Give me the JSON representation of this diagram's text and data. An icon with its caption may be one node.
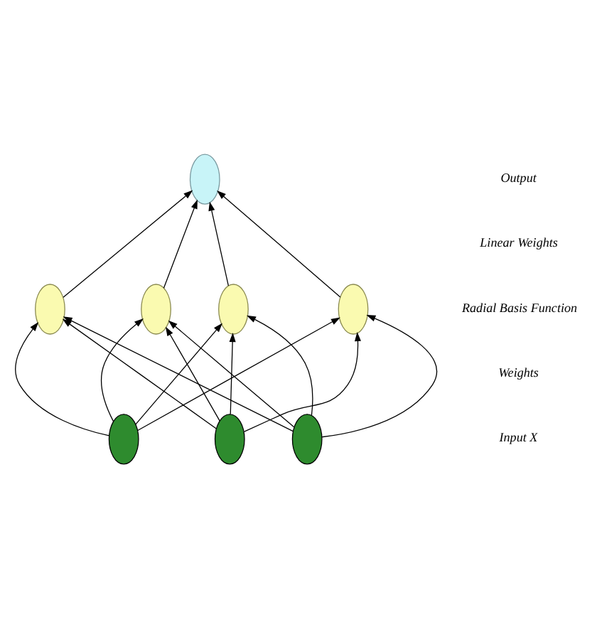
{
  "diagram": {
    "nodes": [
      {
        "text": [],
        "shape": "ellipse"
      },
      {
        "text": [],
        "shape": "ellipse"
      },
      {
        "text": [],
        "shape": "ellipse"
      },
      {
        "text": [],
        "shape": "ellipse"
      },
      {
        "text": [],
        "shape": "ellipse"
      },
      {
        "text": [],
        "shape": "ellipse"
      },
      {
        "text": [],
        "shape": "ellipse"
      },
      {
        "text": [],
        "shape": "ellipse"
      }
    ],
    "edges": [
      {
        "from": 5,
        "to": 1,
        "arrow": "to"
      },
      {
        "from": 5,
        "to": 2,
        "arrow": "to"
      },
      {
        "from": 5,
        "to": 3,
        "arrow": "to"
      },
      {
        "from": 5,
        "to": 4,
        "arrow": "to"
      },
      {
        "from": 6,
        "to": 1,
        "arrow": "to"
      },
      {
        "from": 6,
        "to": 2,
        "arrow": "to"
      },
      {
        "from": 6,
        "to": 3,
        "arrow": "to"
      },
      {
        "from": 6,
        "to": 4,
        "arrow": "to"
      },
      {
        "from": 7,
        "to": 1,
        "arrow": "to"
      },
      {
        "from": 7,
        "to": 2,
        "arrow": "to"
      },
      {
        "from": 7,
        "to": 3,
        "arrow": "to"
      },
      {
        "from": 7,
        "to": 4,
        "arrow": "to"
      },
      {
        "from": 1,
        "to": 0,
        "arrow": "to"
      },
      {
        "from": 2,
        "to": 0,
        "arrow": "to"
      },
      {
        "from": 3,
        "to": 0,
        "arrow": "to"
      },
      {
        "from": 4,
        "to": 0,
        "arrow": "to"
      }
    ],
    "labels": [
      "Output",
      "Linear Weights",
      "Radial Basis Function",
      "Weights",
      "Input X"
    ]
  }
}
